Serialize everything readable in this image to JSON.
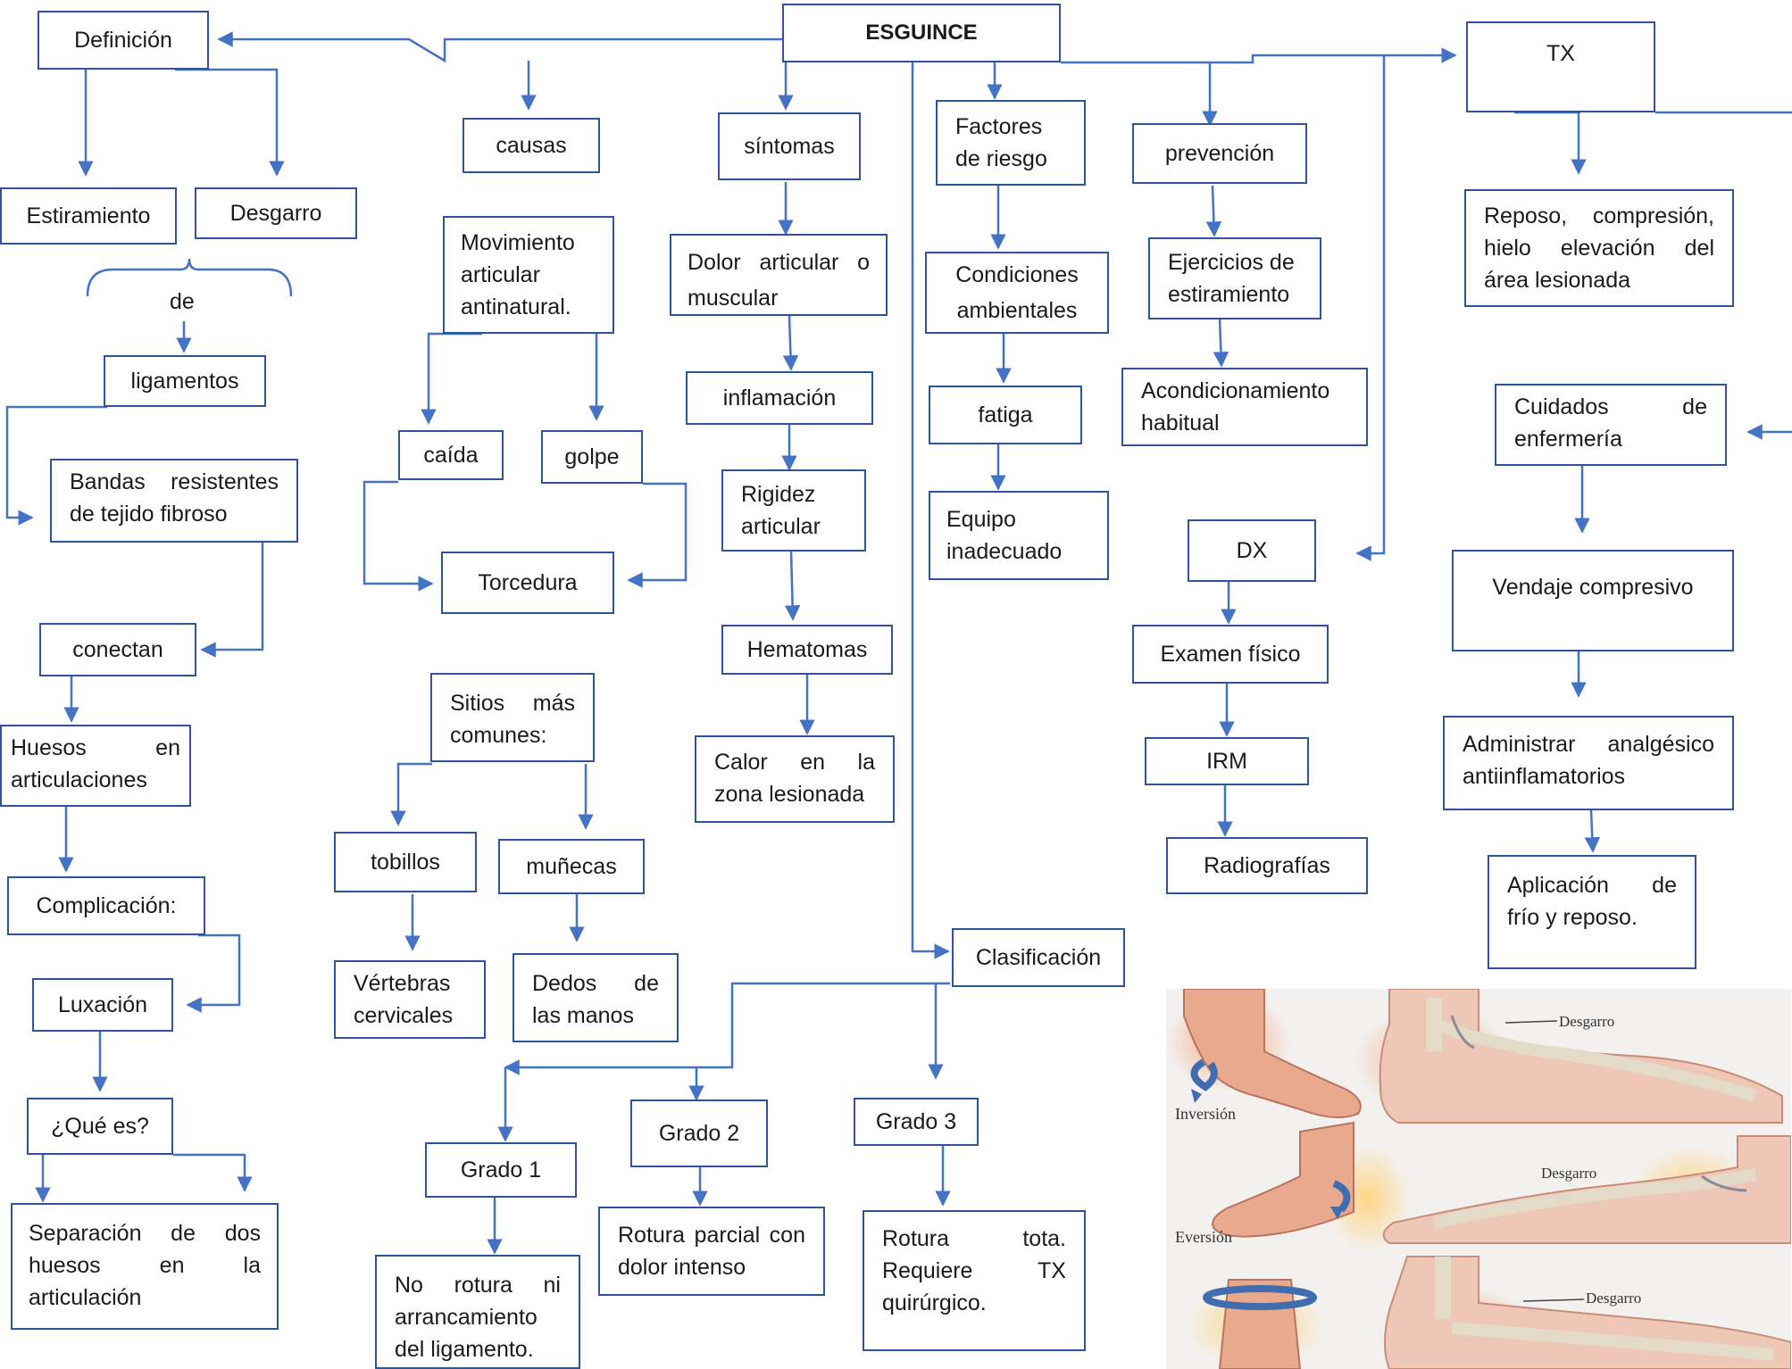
{
  "nodes": {
    "esguince": "ESGUINCE",
    "definicion": "Definición",
    "estiramiento": "Estiramiento",
    "desgarro": "Desgarro",
    "de": "de",
    "ligamentos": "ligamentos",
    "bandas": "Bandas resistentes de tejido fibroso",
    "conectan": "conectan",
    "huesos": "Huesos en articulaciones",
    "complicacion": "Complicación:",
    "luxacion": "Luxación",
    "que_es": "¿Qué es?",
    "separacion": "Separación de dos huesos en la articulación",
    "causas": "causas",
    "movimiento": "Movimiento articular antinatural.",
    "caida": "caída",
    "golpe": "golpe",
    "torcedura": "Torcedura",
    "sitios": "Sitios más comunes:",
    "tobillos": "tobillos",
    "munecas": "muñecas",
    "vertebras": "Vértebras cervicales",
    "dedos": "Dedos de las manos",
    "sintomas": "síntomas",
    "dolor": "Dolor articular o muscular",
    "inflamacion": "inflamación",
    "rigidez": "Rigidez articular",
    "hematomas": "Hematomas",
    "calor": "Calor en la zona lesionada",
    "factores": "Factores de riesgo",
    "condiciones": "Condiciones ambientales",
    "fatiga": "fatiga",
    "equipo": "Equipo inadecuado",
    "prevencion": "prevención",
    "ejercicios": "Ejercicios de estiramiento",
    "acondicionamiento": "Acondicionamiento habitual",
    "dx": "DX",
    "examen": "Examen físico",
    "irm": "IRM",
    "radiografias": "Radiografías",
    "clasificacion": "Clasificación",
    "grado1": "Grado 1",
    "grado2": "Grado 2",
    "grado3": "Grado 3",
    "grado1_desc": "No rotura ni arrancamiento del ligamento.",
    "grado2_desc": "Rotura parcial con dolor intenso",
    "grado3_desc": "Rotura tota. Requiere TX quirúrgico.",
    "tx": "TX",
    "reposo": "Reposo, compresión, hielo elevación del área lesionada",
    "cuidados": "Cuidados de enfermería",
    "vendaje": "Vendaje compresivo",
    "administrar": "Administrar analgésico antiinflamatorios",
    "aplicacion": "Aplicación de frío y reposo."
  },
  "illustration": {
    "labels": {
      "inversion": "Inversión",
      "eversion": "Eversión",
      "desgarro_1": "Desgarro",
      "desgarro_2": "Desgarro",
      "desgarro_3": "Desgarro"
    }
  },
  "colors": {
    "connector": "#4472c4",
    "box_border": "#2f5597",
    "text": "#1a1a1a"
  }
}
